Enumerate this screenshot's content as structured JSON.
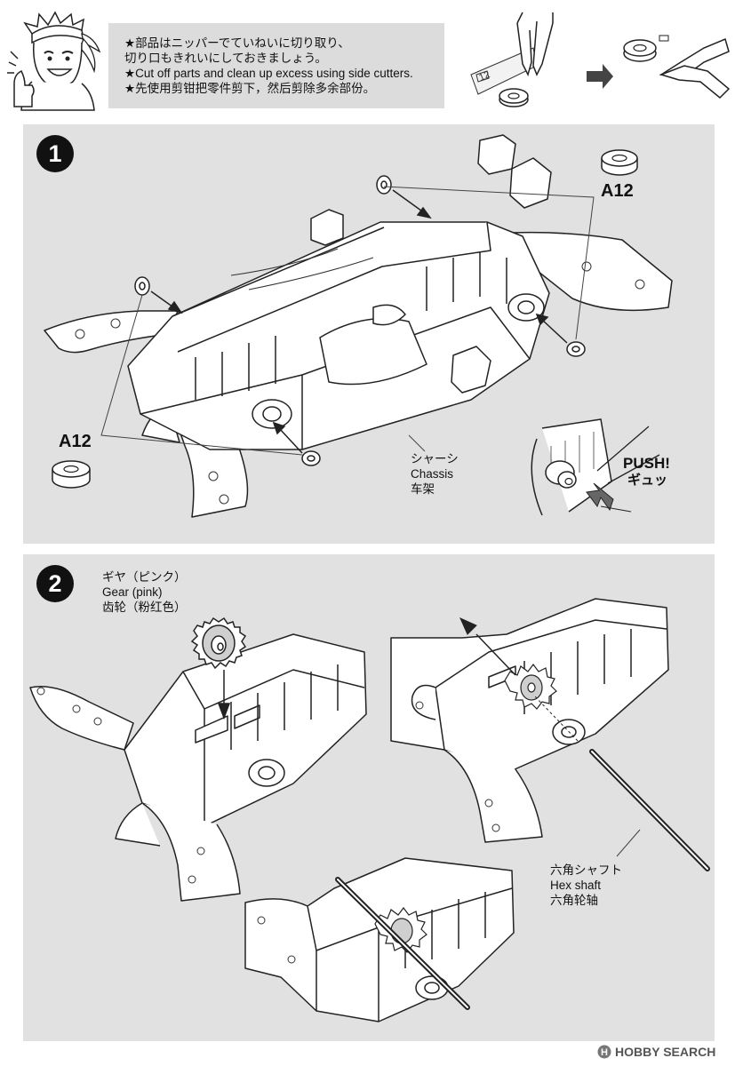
{
  "tip": {
    "lines": [
      "★部品はニッパーでていねいに切り取り、",
      "切り口もきれいにしておきましょう。",
      "★Cut off parts and clean up excess using side cutters.",
      "★先使用剪钳把零件剪下，然后剪除多余部份。"
    ],
    "cutter_tag": "12"
  },
  "step1": {
    "number": "1",
    "part_label_top": "A12",
    "part_label_bottom": "A12",
    "chassis_label": [
      "シャーシ",
      "Chassis",
      "车架"
    ],
    "push_label": [
      "PUSH!",
      "ギュッ"
    ]
  },
  "step2": {
    "number": "2",
    "gear_label": [
      "ギヤ（ピンク）",
      "Gear (pink)",
      "齿轮（粉红色）"
    ],
    "shaft_label": [
      "六角シャフト",
      "Hex shaft",
      "六角轮轴"
    ]
  },
  "watermark": {
    "text": "HOBBY SEARCH",
    "brand_mark": "H"
  },
  "colors": {
    "panel_bg": "#e1e1e1",
    "tip_bg": "#dcdcdc",
    "line": "#222222",
    "badge": "#111111"
  }
}
